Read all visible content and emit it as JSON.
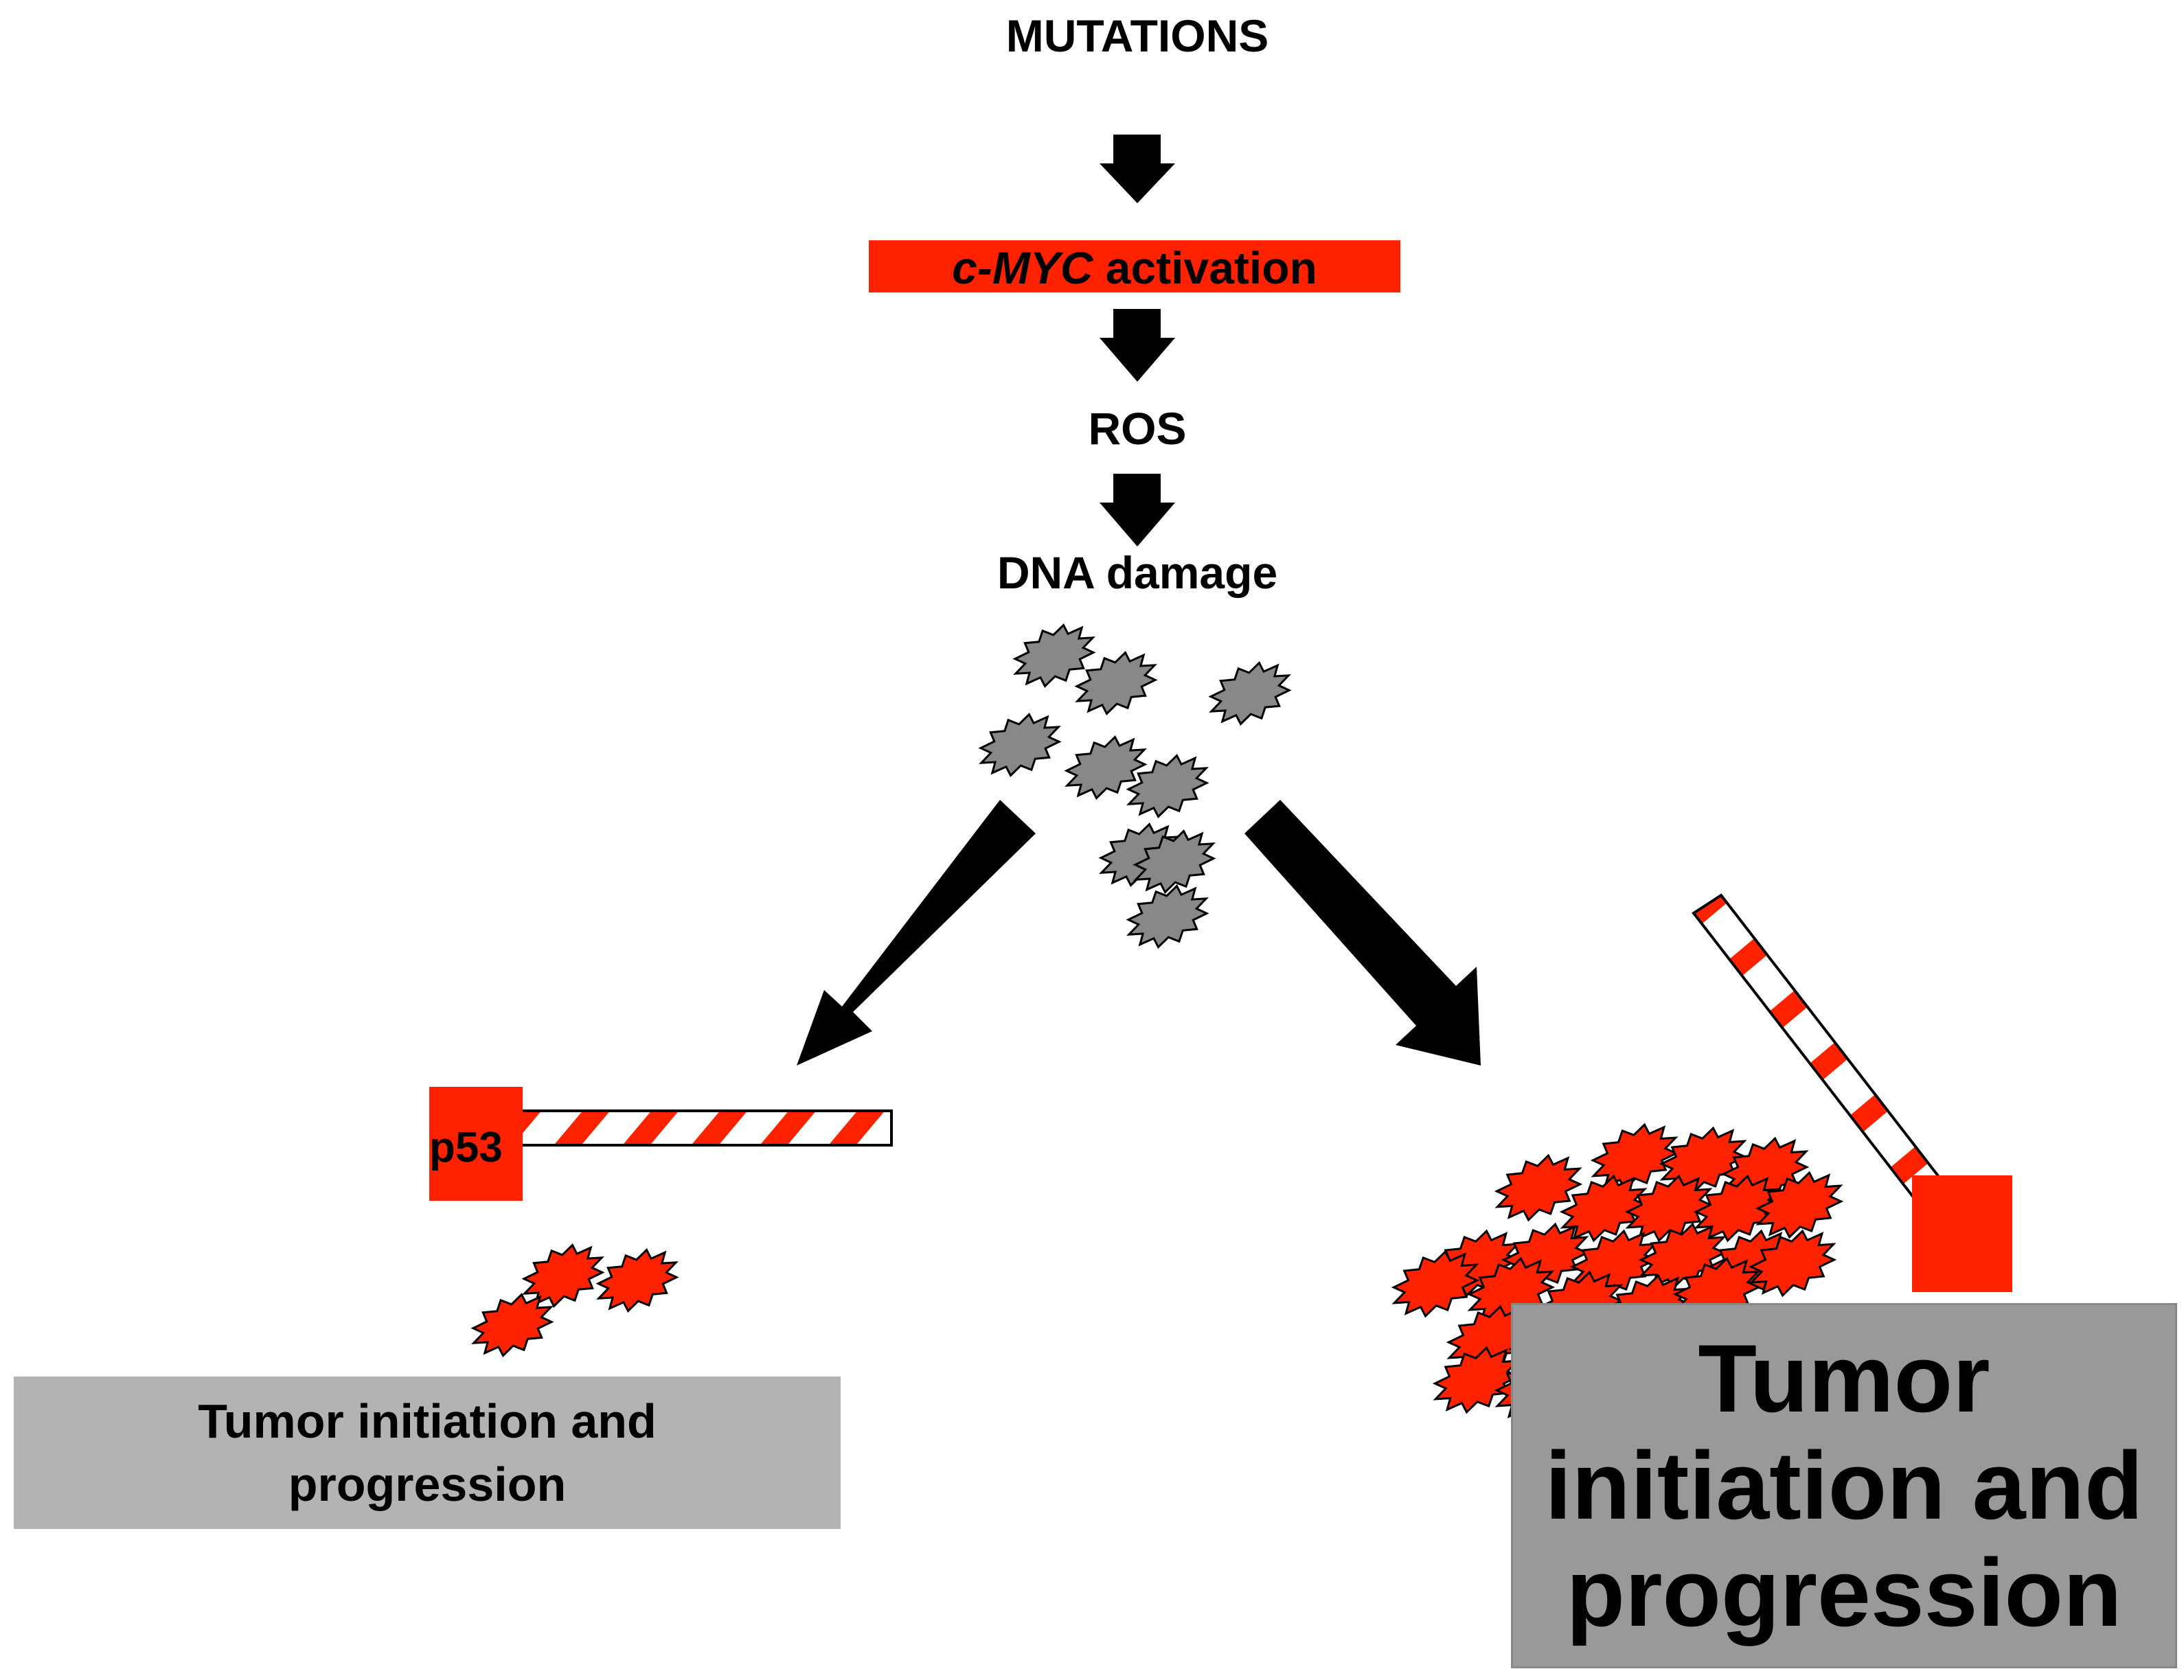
{
  "title": "MUTATIONS",
  "myc": {
    "gene": "c-MYC",
    "rest": " activation",
    "color": "#ff2200"
  },
  "ros": "ROS",
  "dna_damage": "DNA damage",
  "p53_label": "p53",
  "left_outcome": "Tumor initiation and progression",
  "right_outcome": "Tumor initiation and progression",
  "colors": {
    "damage_cells": "#888888",
    "tumor_cells": "#ff2200",
    "left_box": "#b3b3b3",
    "right_box": "#999999"
  }
}
